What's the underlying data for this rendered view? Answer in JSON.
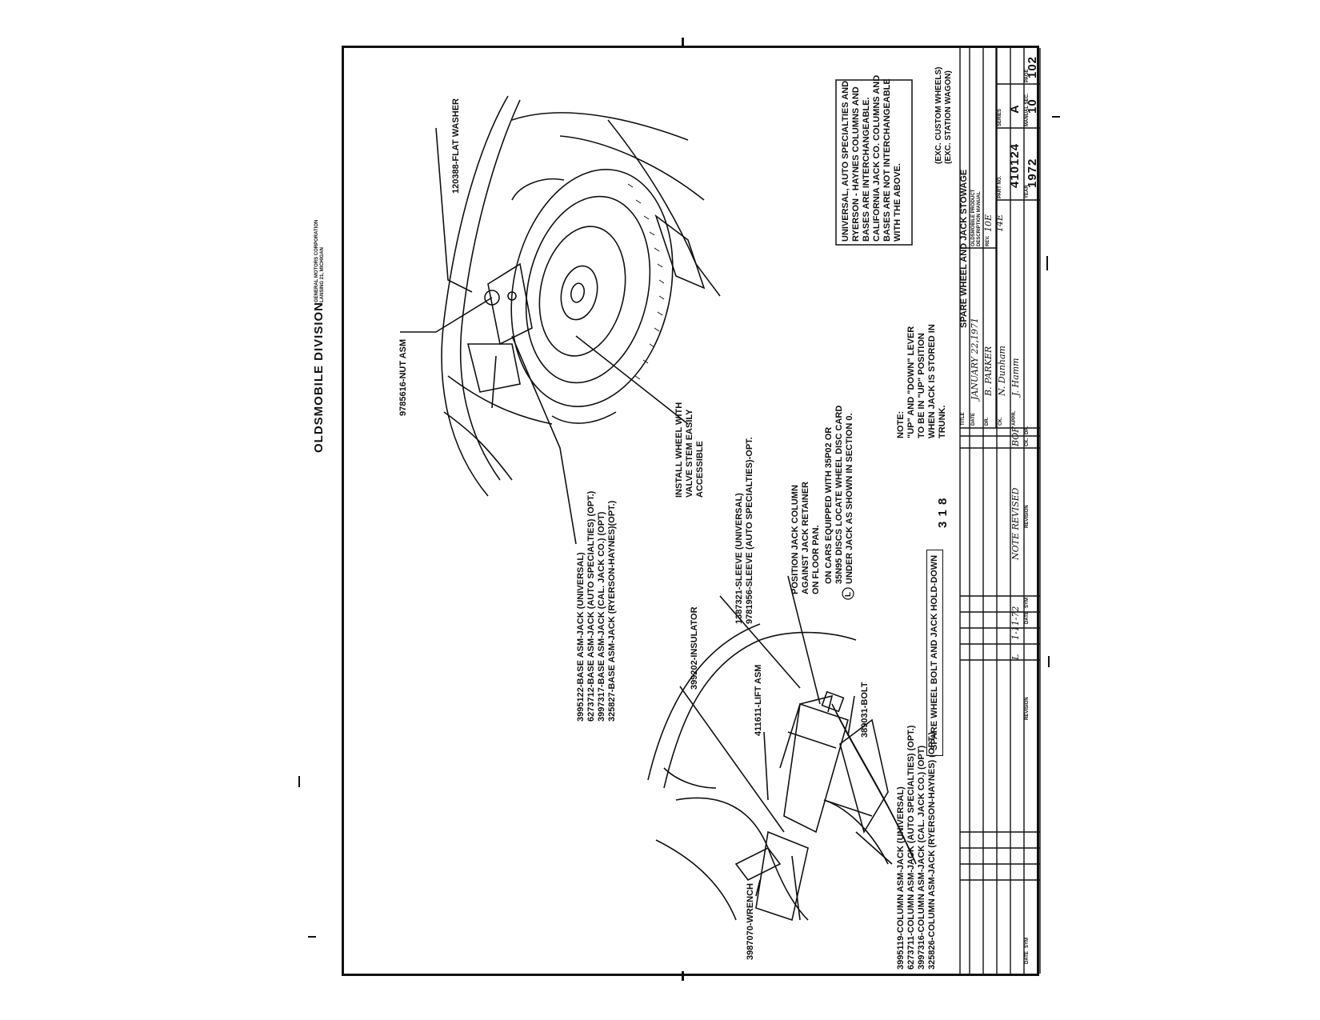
{
  "header": {
    "division": "OLDSMOBILE DIVISION",
    "corp_line1": "GENERAL MOTORS CORPORATION",
    "corp_line2": "LANSING 21, MICHIGAN"
  },
  "callouts": {
    "flat_washer": "120388-FLAT WASHER",
    "nut_asm": "9785616-NUT ASM",
    "install_wheel": [
      "INSTALL WHEEL WITH",
      "VALVE STEM EASILY",
      "ACCESSIBLE"
    ],
    "base_asm": [
      "3995122-BASE ASM-JACK (UNIVERSAL)",
      "6273712-BASE ASM-JACK (AUTO SPECIALTIES) (OPT.)",
      "3997317-BASE ASM-JACK (CAL. JACK CO.) (OPT)",
      "325827-BASE ASM-JACK (RYERSON-HAYNES)(OPT.)"
    ],
    "sleeve": [
      "1387321-SLEEVE (UNIVERSAL)",
      "9781956-SLEEVE (AUTO SPECIALTIES)-OPT."
    ],
    "position_jack": [
      "POSITION JACK COLUMN",
      "AGAINST JACK RETAINER",
      "ON FLOOR PAN."
    ],
    "cars_equipped": [
      "ON CARS EQUIPPED WITH 35P02 OR",
      "35N95 DISCS LOCATE WHEEL DISC CARD",
      "UNDER JACK AS SHOWN IN SECTION 0."
    ],
    "circle_l": "L",
    "insulator": "399202-INSULATOR",
    "lift_asm": "411611-LIFT ASM",
    "bolt": "389031-BOLT",
    "wrench": "3987070-WRENCH",
    "column_asm": [
      "3995119-COLUMN ASM-JACK (UNIVERSAL)",
      "6273711-COLUMN ASM-JACK (AUTO SPECIALTIES) (OPT.)",
      "3997316-COLUMN ASM-JACK (CAL. JACK CO.) (OPT)",
      "325826-COLUMN ASM-JACK (RYERSON-HAYNES) (OPT.)"
    ],
    "spare_bolt_box": "SPARE WHEEL BOLT AND JACK HOLD-DOWN",
    "page_ref": "3 1 8"
  },
  "note": {
    "title": "NOTE:",
    "lines": [
      "\"UP\" AND \"DOWN\" LEVER",
      "TO BE IN \"UP\" POSITION",
      "WHEN JACK IS STORED IN",
      "TRUNK."
    ]
  },
  "universal_box": [
    "UNIVERSAL, AUTO SPECIALTIES AND",
    "RYERSON - HAYNES COLUMNS AND",
    "BASES ARE INTERCHANGEABLE.",
    "CALIFORNIA JACK CO. COLUMNS AND",
    "BASES ARE NOT INTERCHANGEABLE",
    "WITH THE ABOVE."
  ],
  "exclusions": [
    "(EXC. CUSTOM WHEELS)",
    "(EXC. STATION WAGON)"
  ],
  "title_block": {
    "title_label": "TITLE",
    "title": "SPARE WHEEL AND JACK STOWAGE",
    "product_label": "OLDSMOBILE PRODUCT",
    "manual_label": "DESCRIPTION MANUAL",
    "date_label": "DATE",
    "date": "JANUARY 22,1971",
    "dr_label": "DR.",
    "drawn_by": "B. PARKER",
    "ck_label": "CK.",
    "checked_by": "N. Dunham",
    "appr_label": "APPR.",
    "approved_by": "J. Hamm",
    "rev_label": "REV.",
    "rev_values": [
      "10E",
      "14E"
    ],
    "part_no_label": "PART NO.",
    "part_no": "410124",
    "series_label": "SERIES",
    "series": "A",
    "year_label": "YEAR",
    "year": "1972",
    "manual_sec_label": "MANUAL SEC.",
    "manual_sec": "10",
    "page_label": "PAGE",
    "page": "102"
  },
  "revision_block": {
    "date_label": "DATE",
    "sym_label": "SYM",
    "revision_label": "REVISION",
    "dr_label": "DR.",
    "ck_label": "CK.",
    "entry_date": "1-11-72",
    "entry_sym": "L",
    "entry_text": "NOTE REVISED",
    "entry_dr": "BOF"
  }
}
